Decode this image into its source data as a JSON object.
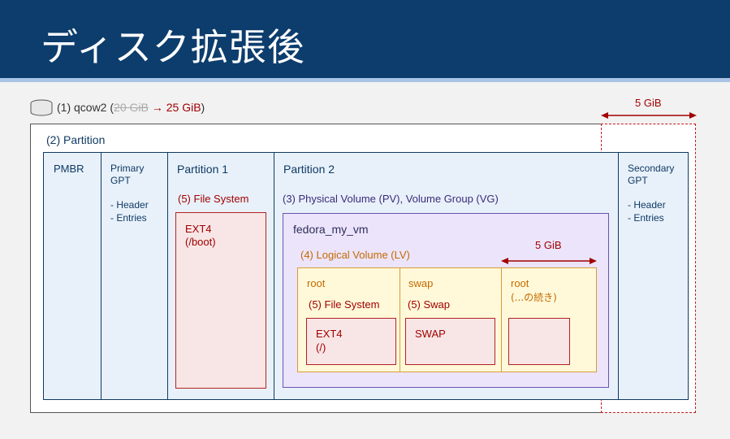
{
  "slide": {
    "title": "ディスク拡張後"
  },
  "qcow2": {
    "label_prefix": "(1) qcow2 (",
    "old_size": "20 GiB",
    "new_size": "→ 25 GiB",
    "label_suffix": ")"
  },
  "expansion": {
    "size_top": "5 GiB",
    "size_lv": "5 GiB"
  },
  "partition_table": {
    "label": "(2) Partition",
    "pmbr": "PMBR",
    "primary_gpt": {
      "title1": "Primary",
      "title2": "GPT",
      "item1": "- Header",
      "item2": "- Entries"
    },
    "secondary_gpt": {
      "title1": "Secondary",
      "title2": "GPT",
      "item1": "- Header",
      "item2": "- Entries"
    }
  },
  "partition1": {
    "label": "Partition 1",
    "fs_label": "(5) File System",
    "fs_type": "EXT4",
    "mount": "(/boot)"
  },
  "partition2": {
    "label": "Partition 2",
    "pv_label": "(3) Physical Volume (PV), Volume Group (VG)",
    "vg_name": "fedora_my_vm",
    "lv_label": "(4) Logical Volume (LV)",
    "lvs": [
      {
        "name": "root",
        "fs_label": "(5) File System",
        "fs_type": "EXT4",
        "mount": "(/)"
      },
      {
        "name": "swap",
        "fs_label": "(5) Swap",
        "fs_type": "SWAP"
      },
      {
        "name": "root",
        "note": "(...の続き)"
      }
    ]
  },
  "colors": {
    "navy": "#0f3a63",
    "red": "#a10000",
    "orange": "#c46a00",
    "header_bg": "#0c3d6d"
  },
  "icons": {
    "disk": "disk-icon"
  }
}
